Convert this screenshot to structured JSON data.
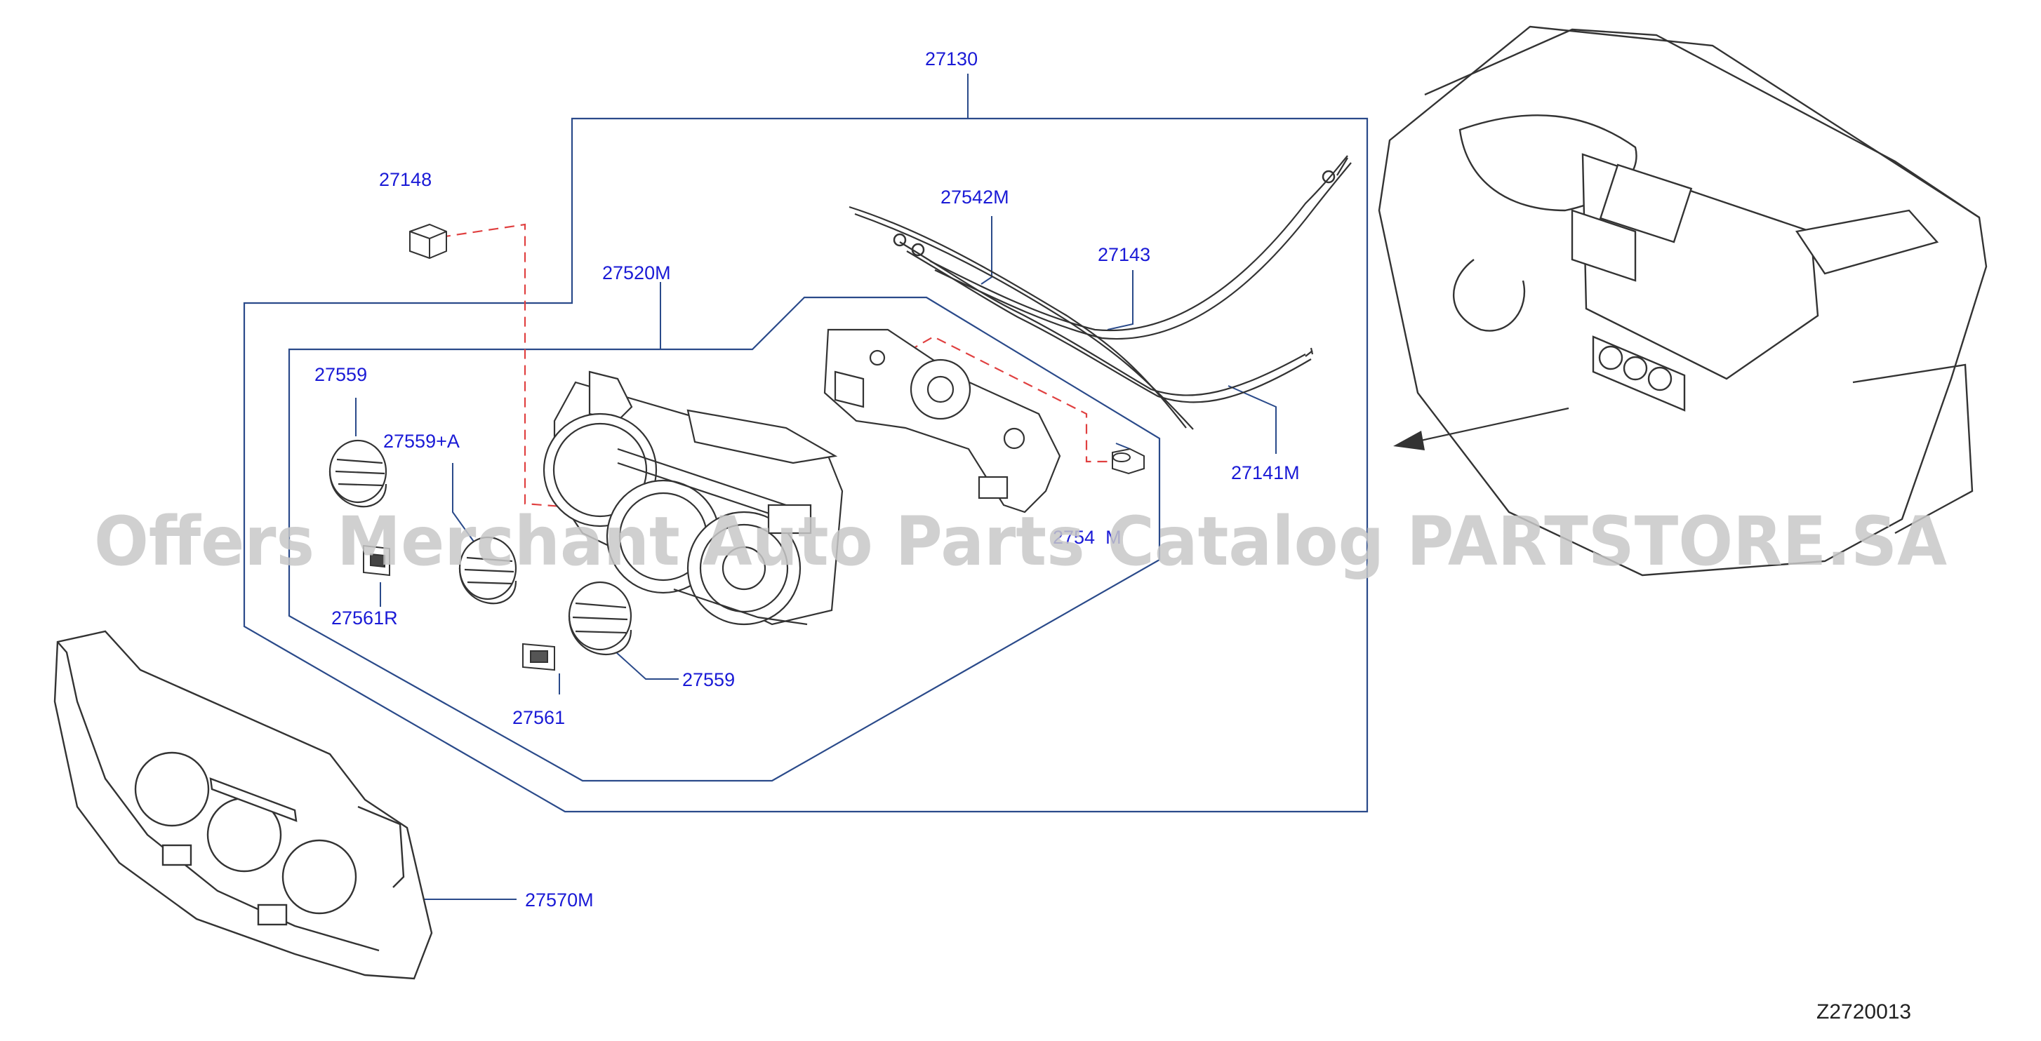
{
  "colors": {
    "callout": "#1a1ad6",
    "leader": "#2a4a8a",
    "dashed": "#e04040",
    "drawing": "#333333",
    "watermark": "#c8c8c8"
  },
  "diagram": {
    "watermark": "Offers Merchant Auto Parts Catalog PARTSTORE.SA",
    "code": "Z2720013",
    "labels": {
      "p27130": "27130",
      "p27148": "27148",
      "p27542m": "27542M",
      "p27143": "27143",
      "p27520m": "27520M",
      "p27559_top": "27559",
      "p27559a": "27559+A",
      "p27141m": "27141M",
      "p27543m": "2754  M",
      "p27561r": "27561R",
      "p27559_bottom": "27559",
      "p27561": "27561",
      "p27570m": "27570M"
    }
  }
}
